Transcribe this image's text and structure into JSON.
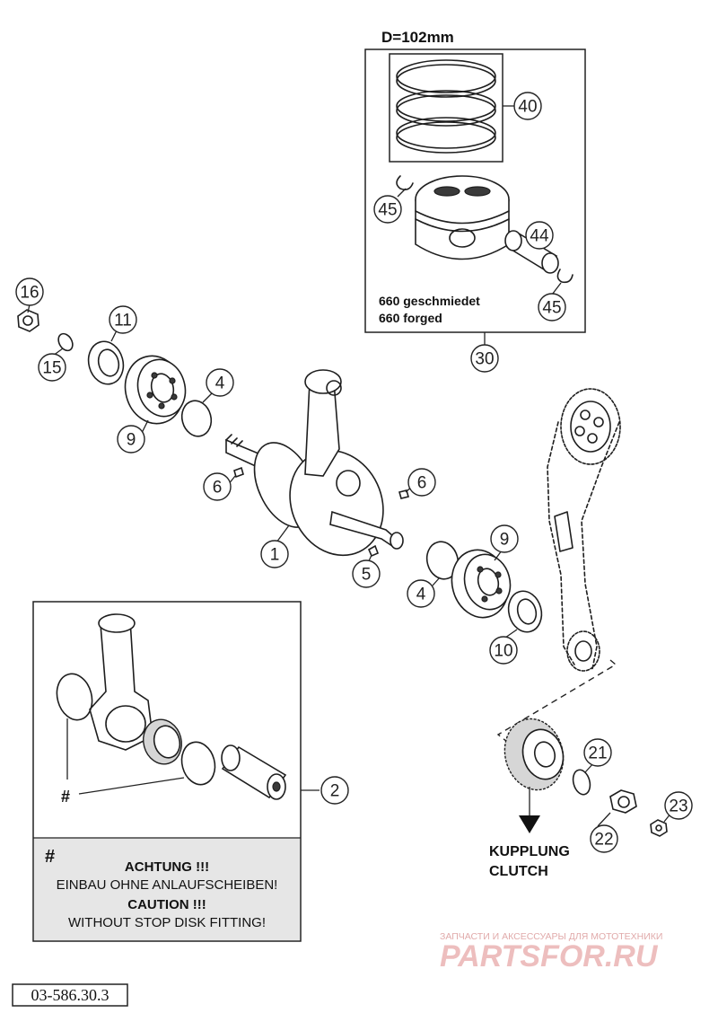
{
  "piston_kit": {
    "diameter": "D=102mm",
    "note_de": "660 geschmiedet",
    "note_en": "660 forged"
  },
  "callouts": [
    {
      "id": "c40",
      "num": "40"
    },
    {
      "id": "c45a",
      "num": "45"
    },
    {
      "id": "c44",
      "num": "44"
    },
    {
      "id": "c45b",
      "num": "45"
    },
    {
      "id": "c30",
      "num": "30"
    },
    {
      "id": "c16",
      "num": "16"
    },
    {
      "id": "c11",
      "num": "11"
    },
    {
      "id": "c15",
      "num": "15"
    },
    {
      "id": "c4a",
      "num": "4"
    },
    {
      "id": "c9a",
      "num": "9"
    },
    {
      "id": "c6a",
      "num": "6"
    },
    {
      "id": "c6b",
      "num": "6"
    },
    {
      "id": "c1",
      "num": "1"
    },
    {
      "id": "c5",
      "num": "5"
    },
    {
      "id": "c9b",
      "num": "9"
    },
    {
      "id": "c4b",
      "num": "4"
    },
    {
      "id": "c10",
      "num": "10"
    },
    {
      "id": "c2",
      "num": "2"
    },
    {
      "id": "c21",
      "num": "21"
    },
    {
      "id": "c23",
      "num": "23"
    },
    {
      "id": "c22",
      "num": "22"
    }
  ],
  "conrod_box": {
    "hash": "#",
    "hash_label": "#",
    "warning_de_title": "ACHTUNG !!!",
    "warning_de_text": "EINBAU OHNE ANLAUFSCHEIBEN!",
    "warning_en_title": "CAUTION !!!",
    "warning_en_text": "WITHOUT STOP DISK FITTING!"
  },
  "clutch": {
    "label_de": "KUPPLUNG",
    "label_en": "CLUTCH"
  },
  "watermark": {
    "tagline": "ЗАПЧАСТИ И АКСЕССУАРЫ ДЛЯ МОТОТЕХНИКИ",
    "brand": "PARTSFOR.RU"
  },
  "drawing_number": "03-586.30.3"
}
